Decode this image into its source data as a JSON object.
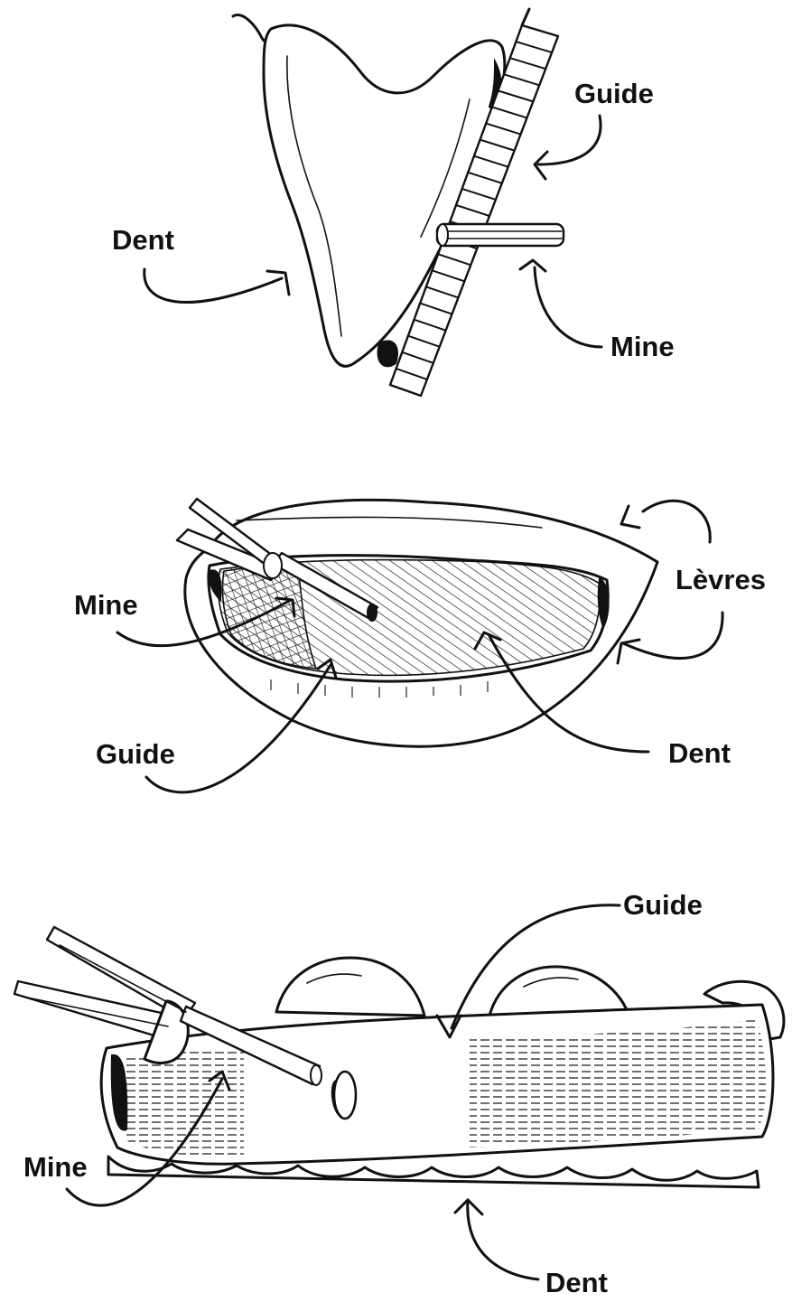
{
  "figures": [
    {
      "labels": {
        "guide": "Guide",
        "dent": "Dent",
        "mine": "Mine"
      }
    },
    {
      "labels": {
        "mine": "Mine",
        "levres": "Lèvres",
        "guide": "Guide",
        "dent": "Dent"
      }
    },
    {
      "labels": {
        "guide": "Guide",
        "mine": "Mine",
        "dent": "Dent"
      }
    }
  ]
}
